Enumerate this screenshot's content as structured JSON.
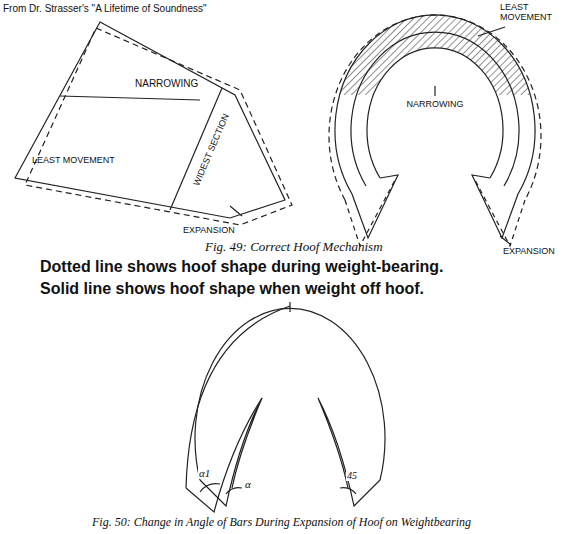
{
  "diagram": {
    "labels": [
      "From Dr. Strasser's \"A Lifetime of Soundness\"",
      "NARROWING",
      "WIDEST SECTION",
      "LEAST MOVEMENT",
      "EXPANSION",
      "LEAST MOVEMENT",
      "NARROWING",
      "EXPANSION",
      "Fig. 49: Correct Hoof Mechanism",
      "Dotted line shows hoof shape during weight-bearing.",
      "Solid line shows hoof shape when weight off hoof.",
      "α1",
      "α",
      "45",
      "Fig. 50: Change in Angle of Bars During Expansion of Hoof on Weightbearing"
    ]
  }
}
